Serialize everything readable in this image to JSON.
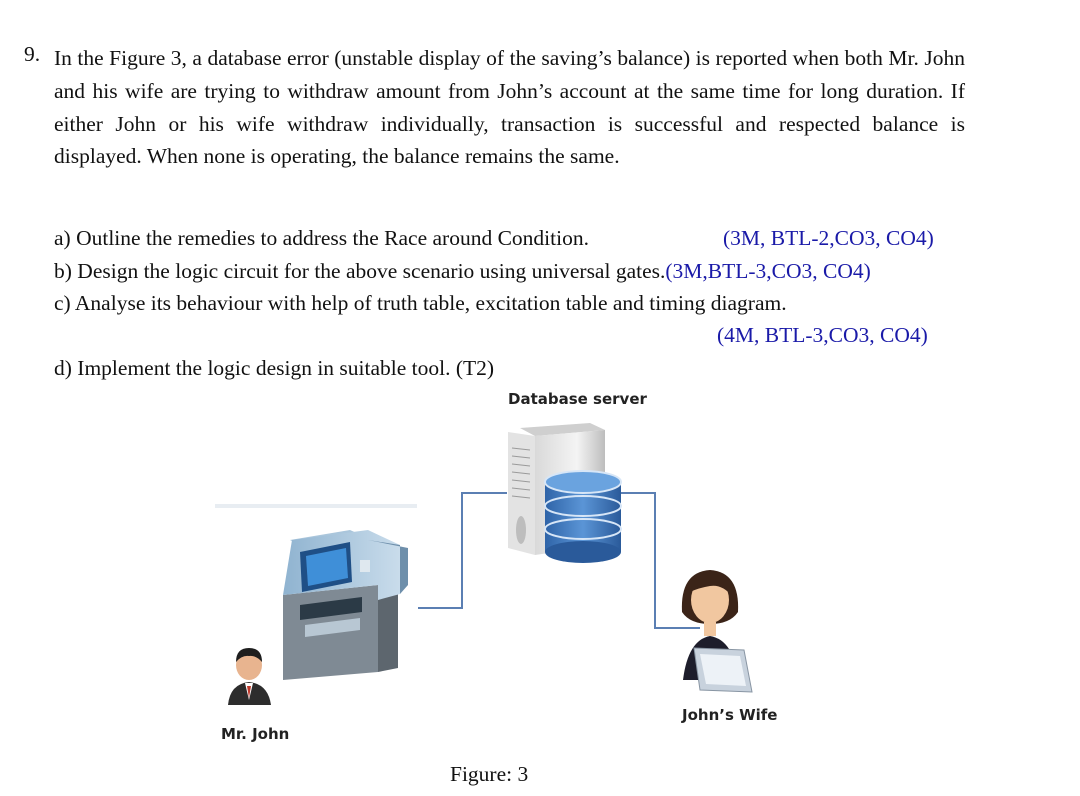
{
  "question": {
    "number": "9.",
    "text": "In the Figure 3, a database error (unstable display of the saving’s balance) is reported when both Mr. John and his wife are trying to withdraw amount from John’s account at the same time for long duration. If either John or his wife withdraw individually, transaction is successful and respected balance is displayed. When none is operating, the balance remains the same."
  },
  "parts": [
    {
      "label": "a)",
      "text": "Outline the remedies to address the Race around Condition.",
      "marks": "(3M, BTL-2,CO3, CO4)"
    },
    {
      "label": "b)",
      "text": "Design the logic circuit for the above scenario using universal gates.",
      "marks": "(3M,BTL-3,CO3, CO4)"
    },
    {
      "label": "c)",
      "text": "Analyse its behaviour with help of truth table, excitation table and timing diagram.",
      "marks": "(4M, BTL-3,CO3, CO4)"
    },
    {
      "label": "d)",
      "text": "Implement the logic design in suitable tool. (T2)",
      "marks": ""
    }
  ],
  "figure": {
    "server_label": "Database server",
    "john_label": "Mr. John",
    "wife_label": "John’s Wife",
    "caption": "Figure: 3"
  },
  "colors": {
    "marks": "#1a1aa8",
    "connector": "#5b7fb3",
    "database": "#3a73b8"
  }
}
